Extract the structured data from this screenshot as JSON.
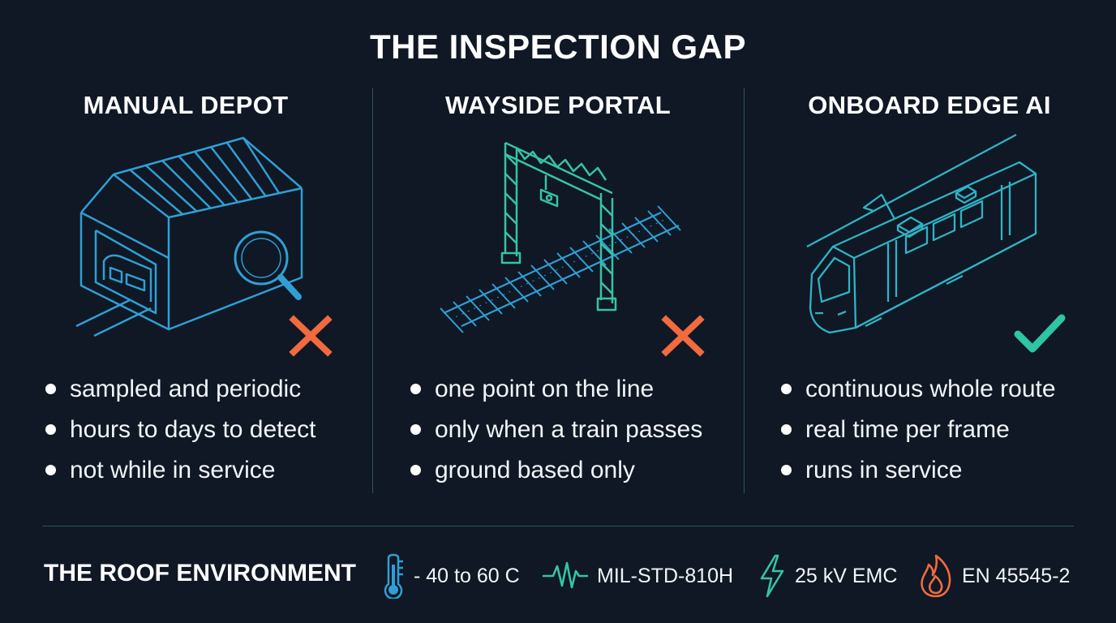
{
  "title": "THE INSPECTION GAP",
  "columns": [
    {
      "heading": "MANUAL DEPOT",
      "illustration": "depot-shed-magnifier",
      "verdict": "cross-icon",
      "bullets": [
        "sampled and periodic",
        "hours to days to detect",
        "not while in service"
      ]
    },
    {
      "heading": "WAYSIDE PORTAL",
      "illustration": "gantry-over-track",
      "verdict": "cross-icon",
      "bullets": [
        "one point on the line",
        "only when a train passes",
        "ground based only"
      ]
    },
    {
      "heading": "ONBOARD EDGE AI",
      "illustration": "train-with-roof-camera",
      "verdict": "check-icon",
      "bullets": [
        "continuous whole route",
        "real time per frame",
        "runs in service"
      ]
    }
  ],
  "environment": {
    "title": "THE ROOF ENVIRONMENT",
    "items": [
      {
        "icon": "thermometer-icon",
        "label": "- 40 to 60 C"
      },
      {
        "icon": "vibration-wave-icon",
        "label": "MIL-STD-810H"
      },
      {
        "icon": "lightning-icon",
        "label": "25 kV EMC"
      },
      {
        "icon": "flame-icon",
        "label": "EN 45545-2"
      }
    ]
  },
  "colors": {
    "background": "#0f1824",
    "depot_line": "#2f9fd6",
    "portal_line": "#37c2a6",
    "train_line": "#2fb3c6",
    "cross": "#f26a3f",
    "check": "#2ec4a6",
    "divider": "#2d5560"
  }
}
